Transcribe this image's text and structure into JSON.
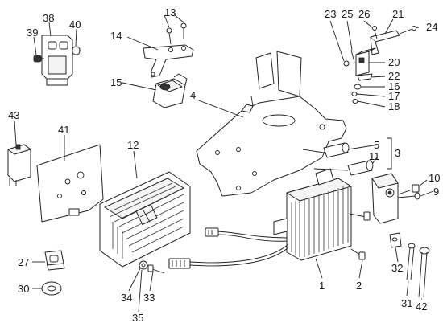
{
  "callouts": {
    "c1": "1",
    "c2": "2",
    "c3": "3",
    "c4": "4",
    "c5": "5",
    "c9": "9",
    "c10": "10",
    "c11": "11",
    "c12": "12",
    "c13": "13",
    "c14": "14",
    "c15": "15",
    "c16": "16",
    "c17": "17",
    "c18": "18",
    "c20": "20",
    "c21": "21",
    "c22": "22",
    "c23": "23",
    "c24": "24",
    "c25": "25",
    "c26": "26",
    "c27": "27",
    "c30": "30",
    "c31": "31",
    "c32": "32",
    "c33": "33",
    "c34": "34",
    "c35": "35",
    "c38": "38",
    "c39": "39",
    "c40": "40",
    "c41": "41",
    "c42": "42",
    "c43": "43"
  }
}
